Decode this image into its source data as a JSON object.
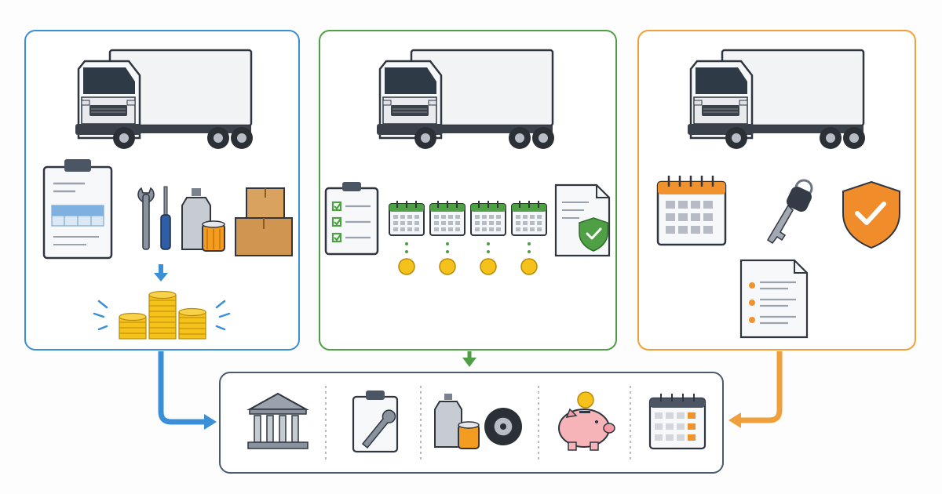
{
  "colors": {
    "blue": "#3b8fd6",
    "green": "#4f9f45",
    "orange": "#f0a03a",
    "slate": "#4b5a6e",
    "coin": "#f5c21b",
    "pig": "#f6b3b8"
  },
  "panels": [
    {
      "name": "lease-upfront-panel",
      "color": "blue",
      "icons": [
        "truck-icon",
        "clipboard-table-icon",
        "tools-icon",
        "oil-bottle-icon",
        "oil-filter-icon",
        "boxes-icon",
        "arrow-down-icon",
        "coin-stacks-icon"
      ]
    },
    {
      "name": "lease-scheduled-panel",
      "color": "green",
      "icons": [
        "truck-icon",
        "checklist-icon",
        "calendar-icon",
        "calendar-icon",
        "calendar-icon",
        "calendar-icon",
        "coin-icon",
        "coin-icon",
        "coin-icon",
        "coin-icon",
        "shield-document-icon"
      ]
    },
    {
      "name": "lease-term-panel",
      "color": "orange",
      "icons": [
        "truck-icon",
        "calendar-icon",
        "key-icon",
        "shield-check-icon",
        "document-list-icon"
      ]
    }
  ],
  "summary": {
    "icons": [
      "bank-icon",
      "maintenance-clipboard-icon",
      "parts-tire-icon",
      "piggy-bank-icon",
      "payment-calendar-icon"
    ]
  }
}
